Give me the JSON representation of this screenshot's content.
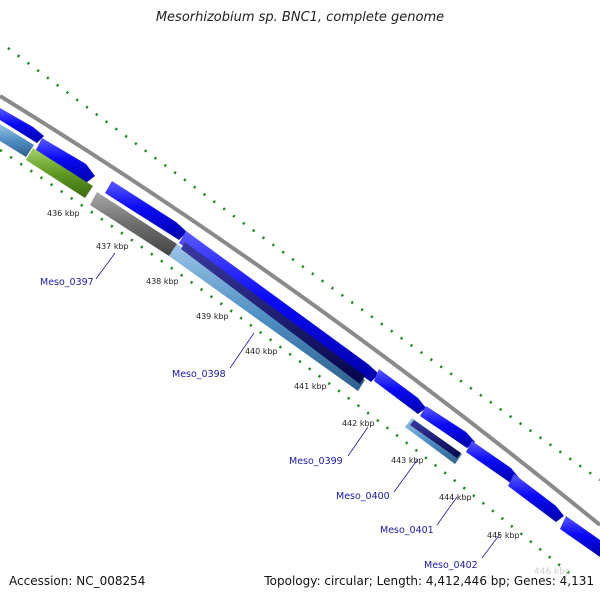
{
  "title": "Mesorhizobium sp. BNC1, complete genome",
  "footer": {
    "accession": "Accession: NC_008254",
    "summary": "Topology: circular; Length: 4,412,446 bp; Genes: 4,131"
  },
  "faint_label": "446 kbp",
  "ticks": [
    "436 kbp",
    "437 kbp",
    "438 kbp",
    "439 kbp",
    "440 kbp",
    "441 kbp",
    "442 kbp",
    "443 kbp",
    "444 kbp",
    "445 kbp"
  ],
  "gene_labels": [
    "Meso_0397",
    "Meso_0398",
    "Meso_0399",
    "Meso_0400",
    "Meso_0401",
    "Meso_0402"
  ],
  "colors": {
    "cds_forward": "#0a0af5",
    "cds_dark": "#0d0d6e",
    "cds_light": "#4f8fc4",
    "cds_green": "#5f9a22",
    "cds_grey": "#6e6e6e",
    "backbone": "#8a8a8a",
    "gc_dots": "#1f8a1f",
    "label": "#1a1aa6"
  }
}
